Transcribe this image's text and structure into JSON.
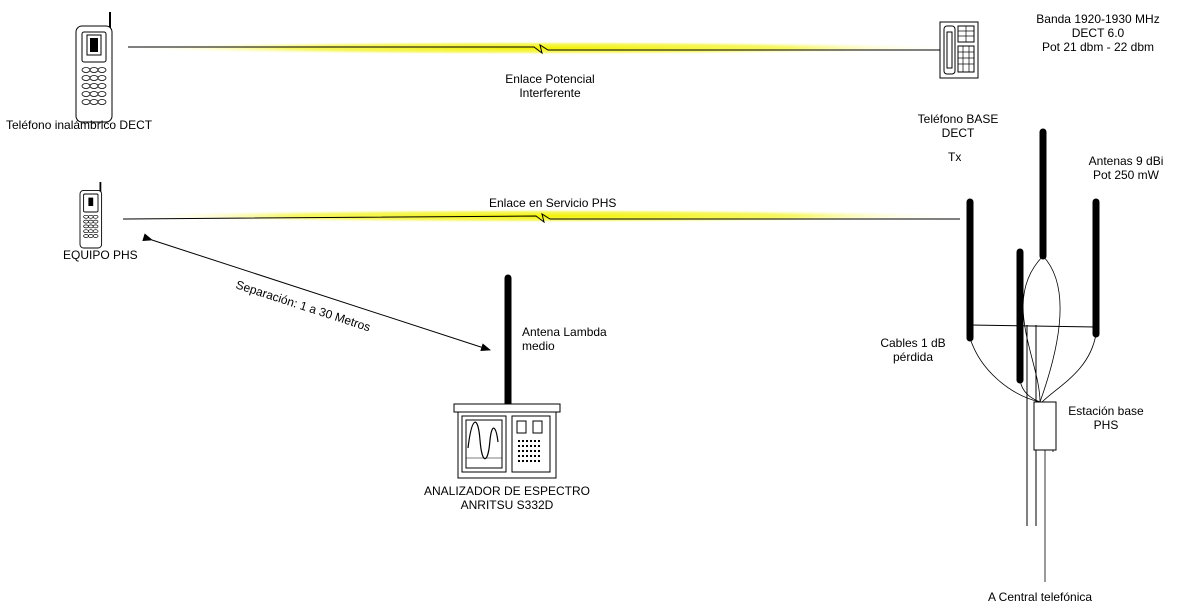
{
  "labels": {
    "dect_phone": "Teléfono inalámbrico DECT",
    "dect_base_line1": "Teléfono BASE",
    "dect_base_line2": "DECT",
    "band_line1": "Banda 1920-1930 MHz",
    "band_line2": "DECT 6.0",
    "band_line3": "Pot 21 dbm - 22 dbm",
    "interferer_link_line1": "Enlace Potencial",
    "interferer_link_line2": "Interferente",
    "tx": "Tx",
    "antennas_line1": "Antenas  9 dBi",
    "antennas_line2": "Pot 250 mW",
    "phs_link": "Enlace en Servicio PHS",
    "phs_device": "EQUIPO PHS",
    "separation": "Separación: 1 a 30 Metros",
    "lambda_antenna_line1": "Antena Lambda",
    "lambda_antenna_line2": "medio",
    "cables_line1": "Cables 1 dB",
    "cables_line2": "pérdida",
    "base_station_line1": "Estación base",
    "base_station_line2": "PHS",
    "analyzer_line1": "ANALIZADOR DE ESPECTRO",
    "analyzer_line2": "ANRITSU S332D",
    "central": "A Central telefónica"
  },
  "colors": {
    "link_glow": "#f2f200",
    "link_line": "#000000",
    "antenna": "#000000",
    "stroke": "#000000"
  },
  "icons": [
    "mobile-phone-icon",
    "desk-phone-icon",
    "spectrum-analyzer-icon",
    "antenna-mast-icon"
  ]
}
